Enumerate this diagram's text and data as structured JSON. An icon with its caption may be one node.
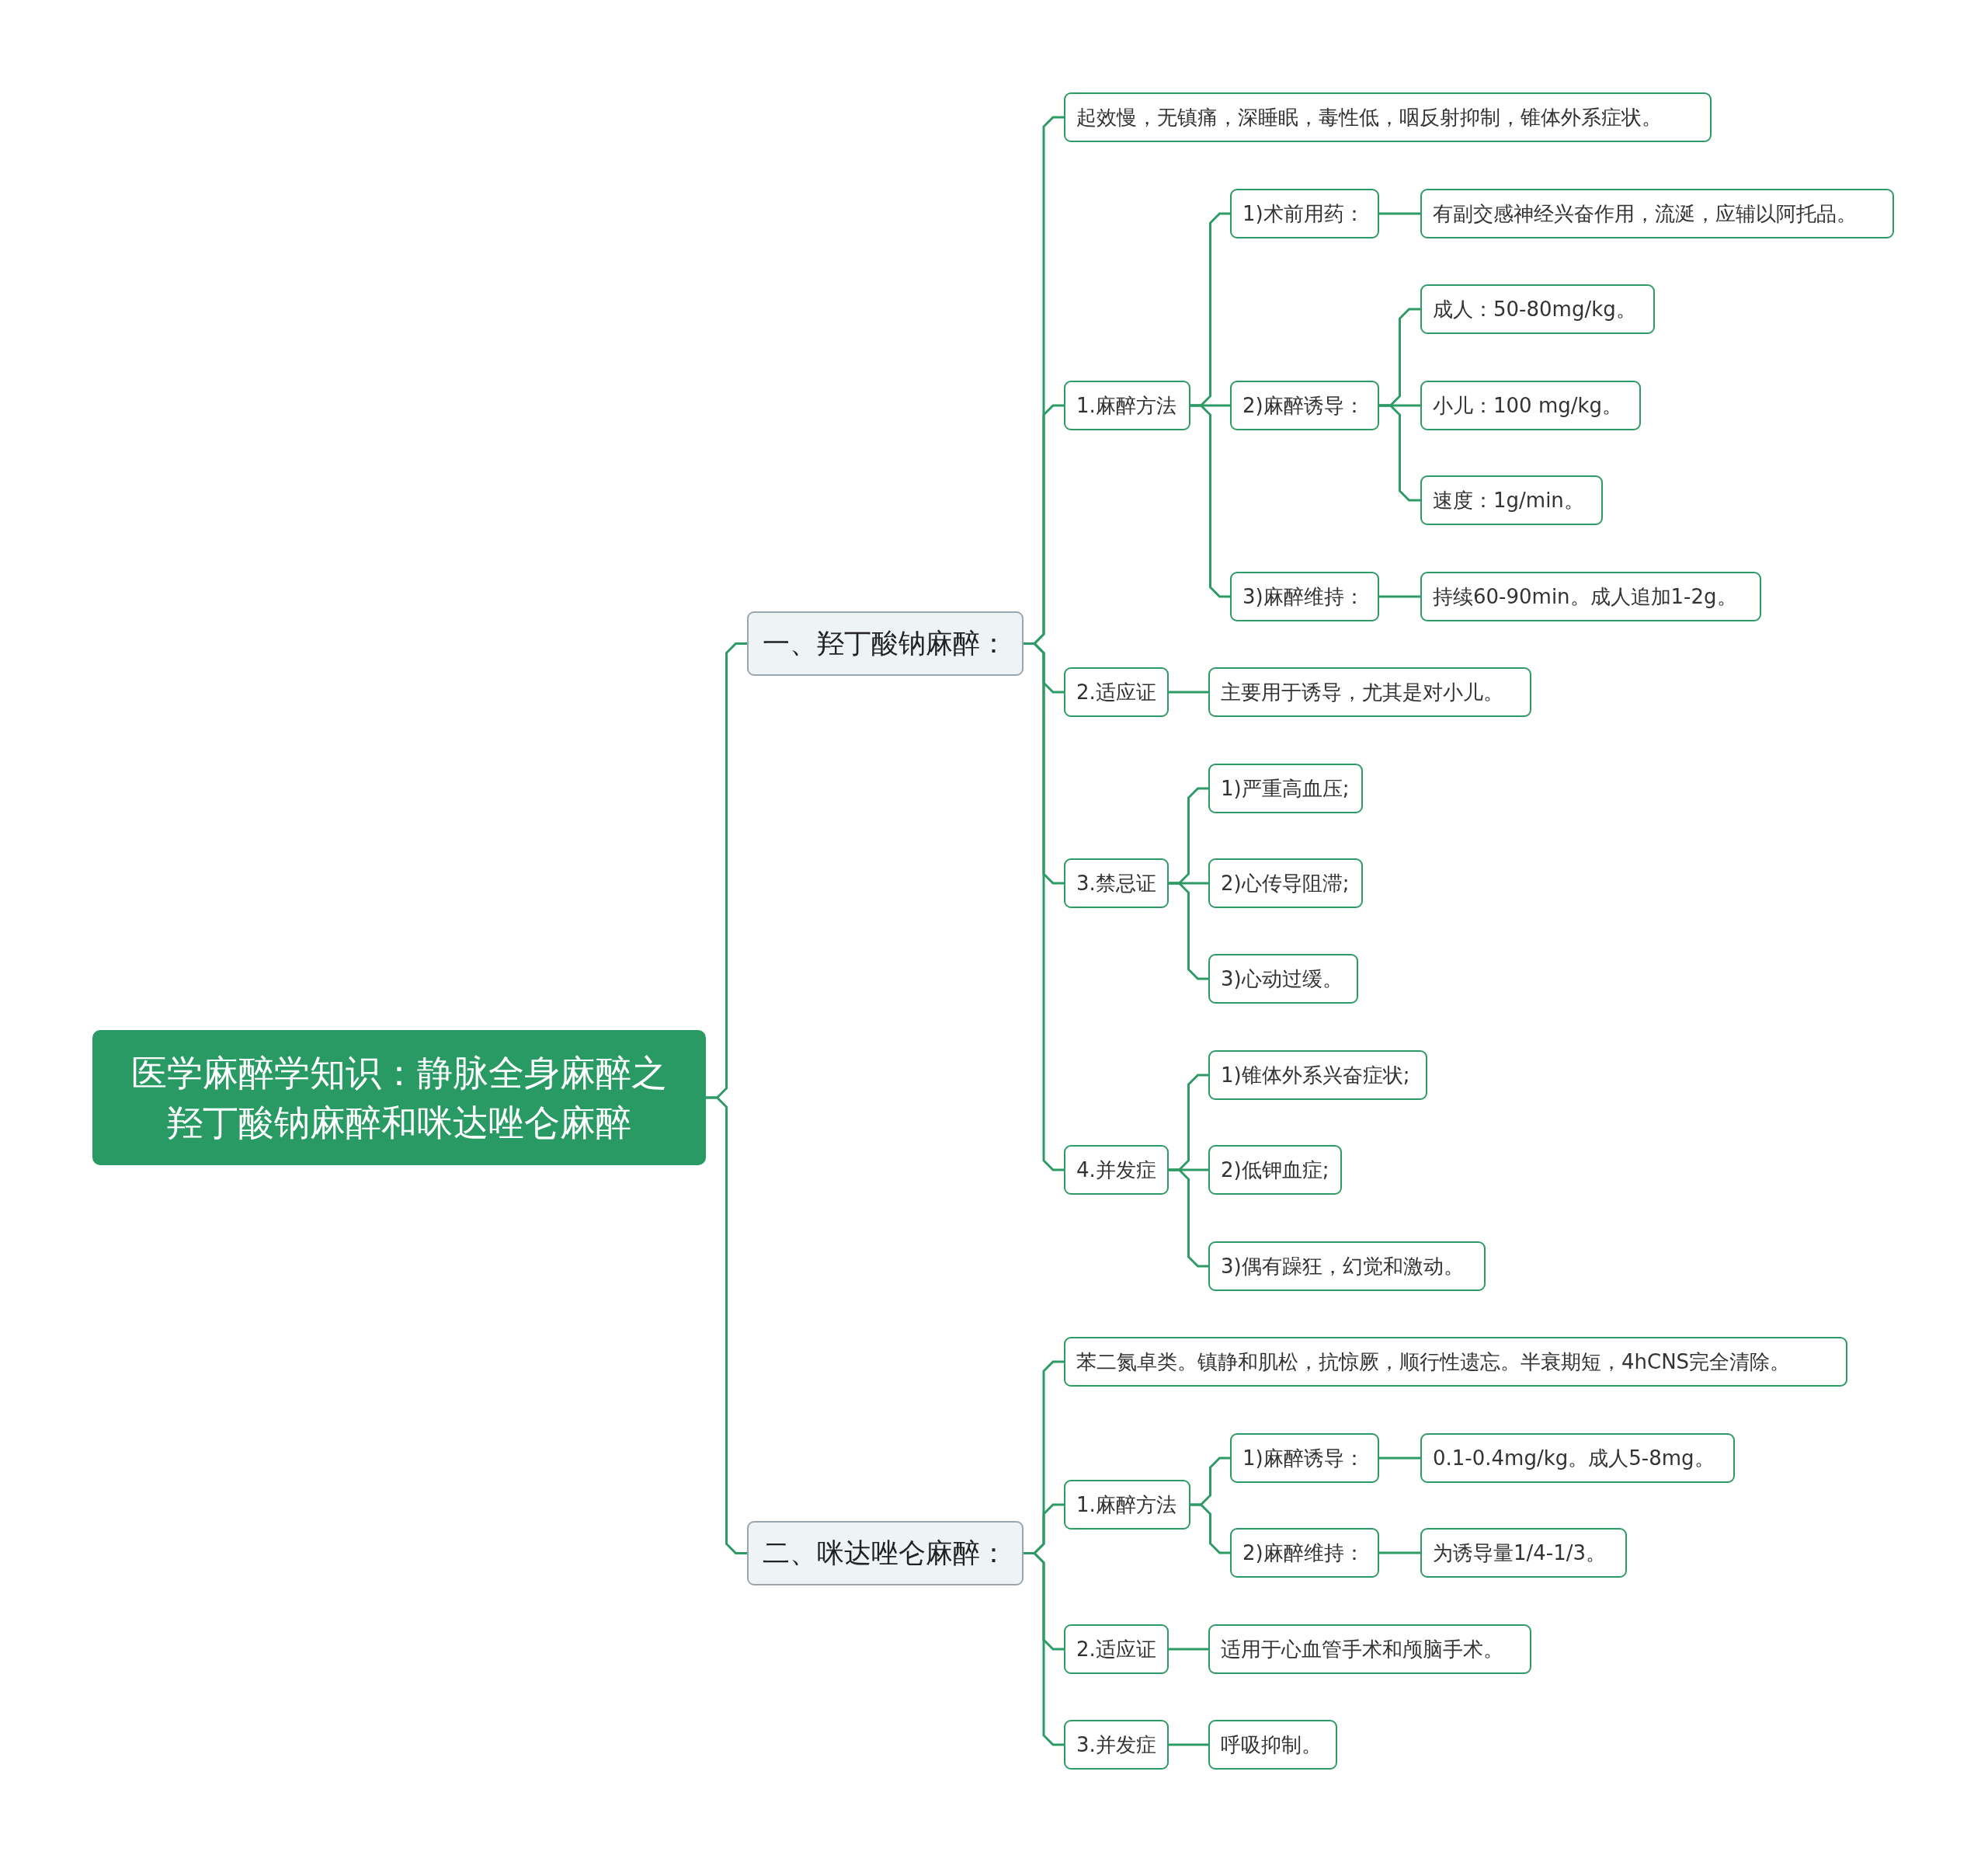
{
  "diagram": {
    "nodes": [
      {
        "text": [
          "医学麻醉学知识：静脉全身麻醉之羟丁酸钠麻醉和咪达唑仑麻醉"
        ]
      },
      {
        "text": [
          "一、羟丁酸钠麻醉："
        ]
      },
      {
        "text": [
          "起效慢，无镇痛，深睡眠，毒性低，咽反射抑制，锥体外系症状。"
        ]
      },
      {
        "text": [
          "1.麻醉方法"
        ]
      },
      {
        "text": [
          "1)术前用药："
        ]
      },
      {
        "text": [
          "有副交感神经兴奋作用，流涎，应辅以阿托品。"
        ]
      },
      {
        "text": [
          "2)麻醉诱导："
        ]
      },
      {
        "text": [
          "成人：50-80mg/kg。"
        ]
      },
      {
        "text": [
          "小儿：100 mg/kg。"
        ]
      },
      {
        "text": [
          "速度：1g/min。"
        ]
      },
      {
        "text": [
          "3)麻醉维持："
        ]
      },
      {
        "text": [
          "持续60-90min。成人追加1-2g。"
        ]
      },
      {
        "text": [
          "2.适应证"
        ]
      },
      {
        "text": [
          "主要用于诱导，尤其是对小儿。"
        ]
      },
      {
        "text": [
          "3.禁忌证"
        ]
      },
      {
        "text": [
          "1)严重高血压;"
        ]
      },
      {
        "text": [
          "2)心传导阻滞;"
        ]
      },
      {
        "text": [
          "3)心动过缓。"
        ]
      },
      {
        "text": [
          "4.并发症"
        ]
      },
      {
        "text": [
          "1)锥体外系兴奋症状;"
        ]
      },
      {
        "text": [
          "2)低钾血症;"
        ]
      },
      {
        "text": [
          "3)偶有躁狂，幻觉和激动。"
        ]
      },
      {
        "text": [
          "二、咪达唑仑麻醉："
        ]
      },
      {
        "text": [
          "苯二氮卓类。镇静和肌松，抗惊厥，顺行性遗忘。半衰期短，4hCNS完全清除。"
        ]
      },
      {
        "text": [
          "1.麻醉方法"
        ]
      },
      {
        "text": [
          "1)麻醉诱导："
        ]
      },
      {
        "text": [
          "0.1-0.4mg/kg。成人5-8mg。"
        ]
      },
      {
        "text": [
          "2)麻醉维持："
        ]
      },
      {
        "text": [
          "为诱导量1/4-1/3。"
        ]
      },
      {
        "text": [
          "2.适应证"
        ]
      },
      {
        "text": [
          "适用于心血管手术和颅脑手术。"
        ]
      },
      {
        "text": [
          "3.并发症"
        ]
      },
      {
        "text": [
          "呼吸抑制。"
        ]
      }
    ],
    "edges": [
      {
        "from": 0,
        "to": 1,
        "arrow": "none"
      },
      {
        "from": 0,
        "to": 22,
        "arrow": "none"
      },
      {
        "from": 1,
        "to": 2,
        "arrow": "none"
      },
      {
        "from": 1,
        "to": 3,
        "arrow": "none"
      },
      {
        "from": 3,
        "to": 4,
        "arrow": "none"
      },
      {
        "from": 4,
        "to": 5,
        "arrow": "none"
      },
      {
        "from": 3,
        "to": 6,
        "arrow": "none"
      },
      {
        "from": 6,
        "to": 7,
        "arrow": "none"
      },
      {
        "from": 6,
        "to": 8,
        "arrow": "none"
      },
      {
        "from": 6,
        "to": 9,
        "arrow": "none"
      },
      {
        "from": 3,
        "to": 10,
        "arrow": "none"
      },
      {
        "from": 10,
        "to": 11,
        "arrow": "none"
      },
      {
        "from": 1,
        "to": 12,
        "arrow": "none"
      },
      {
        "from": 12,
        "to": 13,
        "arrow": "none"
      },
      {
        "from": 1,
        "to": 14,
        "arrow": "none"
      },
      {
        "from": 14,
        "to": 15,
        "arrow": "none"
      },
      {
        "from": 14,
        "to": 16,
        "arrow": "none"
      },
      {
        "from": 14,
        "to": 17,
        "arrow": "none"
      },
      {
        "from": 1,
        "to": 18,
        "arrow": "none"
      },
      {
        "from": 18,
        "to": 19,
        "arrow": "none"
      },
      {
        "from": 18,
        "to": 20,
        "arrow": "none"
      },
      {
        "from": 18,
        "to": 21,
        "arrow": "none"
      },
      {
        "from": 22,
        "to": 23,
        "arrow": "none"
      },
      {
        "from": 22,
        "to": 24,
        "arrow": "none"
      },
      {
        "from": 24,
        "to": 25,
        "arrow": "none"
      },
      {
        "from": 25,
        "to": 26,
        "arrow": "none"
      },
      {
        "from": 24,
        "to": 27,
        "arrow": "none"
      },
      {
        "from": 27,
        "to": 28,
        "arrow": "none"
      },
      {
        "from": 22,
        "to": 29,
        "arrow": "none"
      },
      {
        "from": 29,
        "to": 30,
        "arrow": "none"
      },
      {
        "from": 22,
        "to": 31,
        "arrow": "none"
      },
      {
        "from": 31,
        "to": 32,
        "arrow": "none"
      }
    ]
  }
}
